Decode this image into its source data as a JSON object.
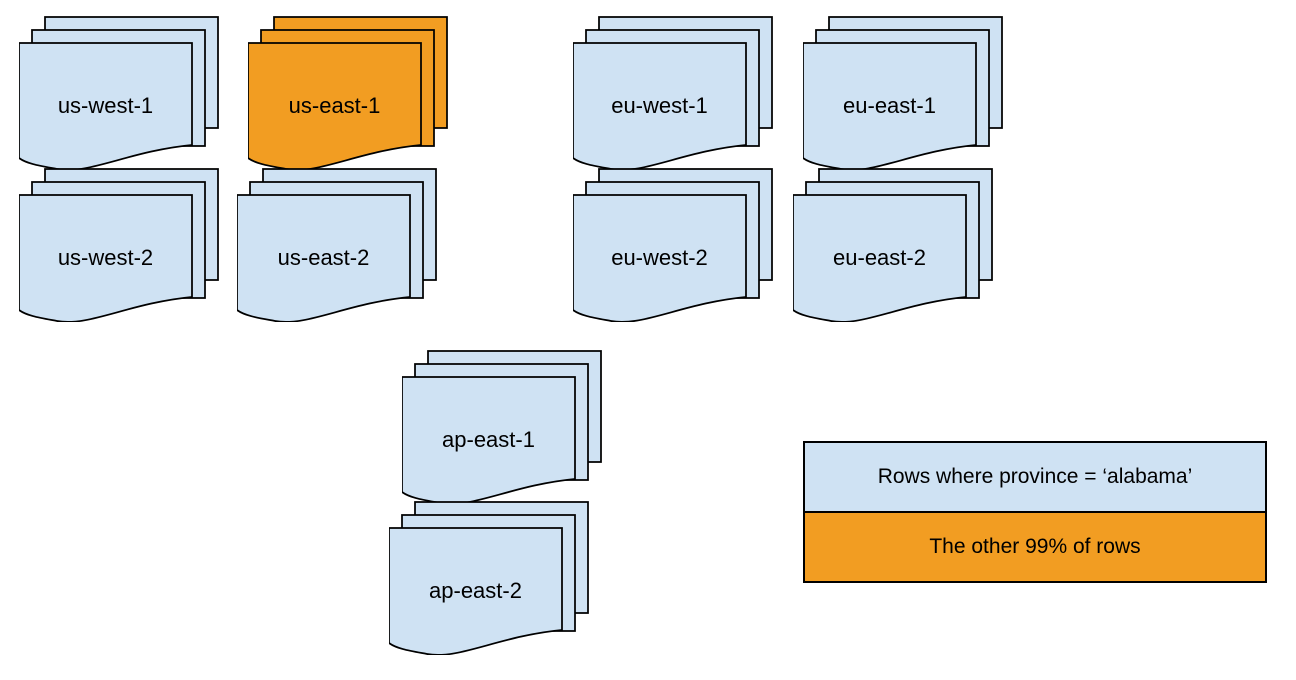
{
  "diagram": {
    "background": "#ffffff",
    "colors": {
      "page_blue": "#cfe2f3",
      "highlight_orange": "#f29d22",
      "stroke": "#000000"
    },
    "regions": [
      {
        "id": "us-west-1",
        "label": "us-west-1",
        "highlighted": false
      },
      {
        "id": "us-east-1",
        "label": "us-east-1",
        "highlighted": true
      },
      {
        "id": "eu-west-1",
        "label": "eu-west-1",
        "highlighted": false
      },
      {
        "id": "eu-east-1",
        "label": "eu-east-1",
        "highlighted": false
      },
      {
        "id": "us-west-2",
        "label": "us-west-2",
        "highlighted": false
      },
      {
        "id": "us-east-2",
        "label": "us-east-2",
        "highlighted": false
      },
      {
        "id": "eu-west-2",
        "label": "eu-west-2",
        "highlighted": false
      },
      {
        "id": "eu-east-2",
        "label": "eu-east-2",
        "highlighted": false
      },
      {
        "id": "ap-east-1",
        "label": "ap-east-1",
        "highlighted": false
      },
      {
        "id": "ap-east-2",
        "label": "ap-east-2",
        "highlighted": false
      }
    ],
    "legend": {
      "items": [
        {
          "label": "Rows where province = ‘alabama’",
          "color": "#cfe2f3"
        },
        {
          "label": "The other 99% of rows",
          "color": "#f29d22"
        }
      ]
    }
  }
}
